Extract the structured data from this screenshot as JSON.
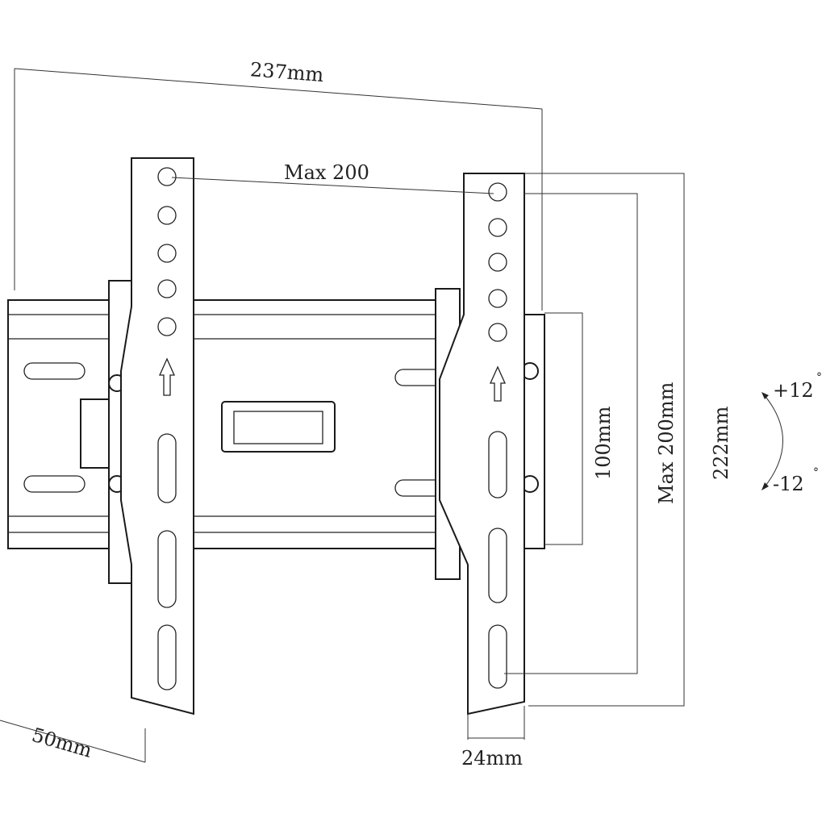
{
  "dimensions": {
    "overall_width": "237mm",
    "hole_spacing_horizontal": "Max 200",
    "hole_spacing_vertical": "Max 200mm",
    "overall_height": "222mm",
    "wall_plate_height": "100mm",
    "arm_width": "24mm",
    "depth": "50mm"
  },
  "tilt": {
    "up": "+12",
    "down": "-12",
    "degree_symbol": "°"
  }
}
